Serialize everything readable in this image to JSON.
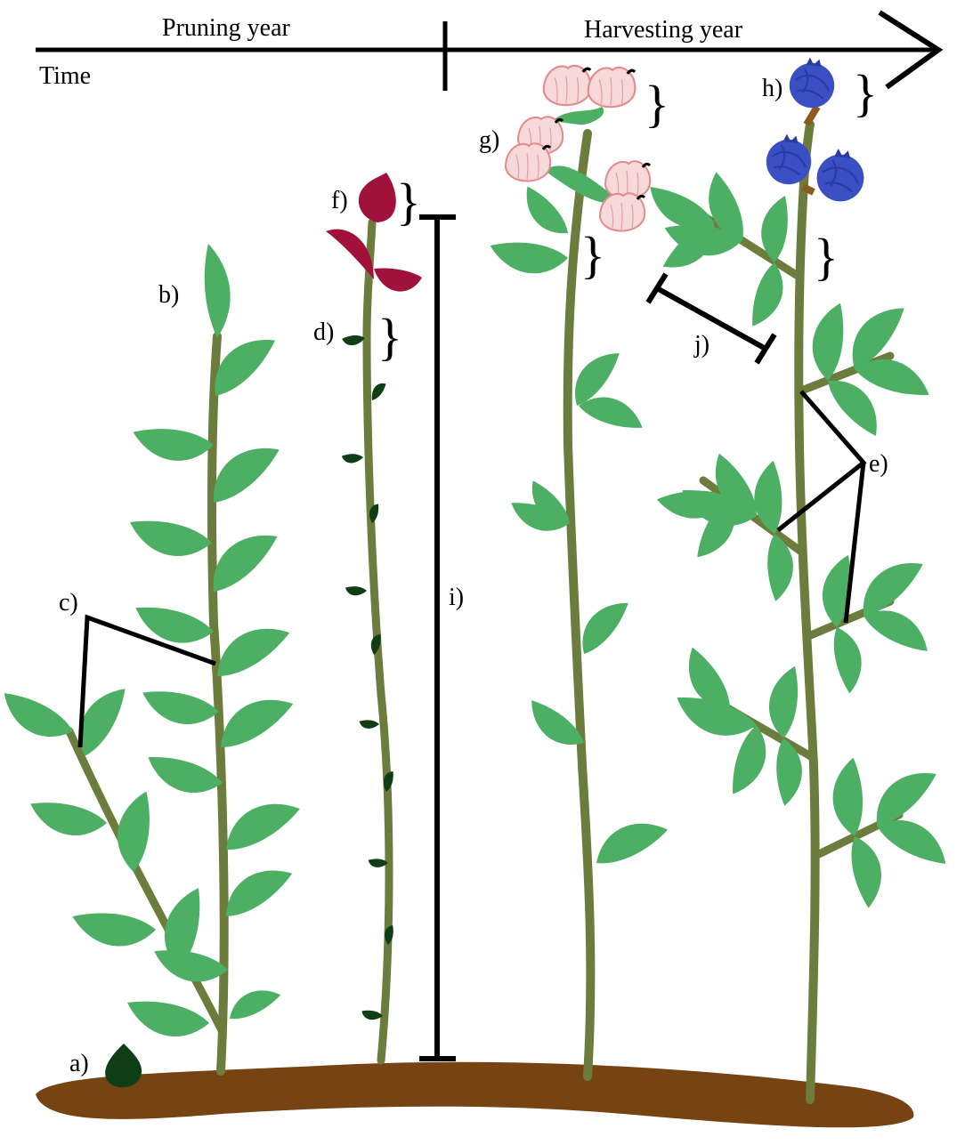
{
  "timeline": {
    "left_label": "Pruning year",
    "right_label": "Harvesting year",
    "axis_label": "Time"
  },
  "labels": {
    "a": "a)",
    "b": "b)",
    "c": "c)",
    "d": "d)",
    "e": "e)",
    "f": "f)",
    "g": "g)",
    "h": "h)",
    "i": "i)",
    "j": "j)"
  },
  "colors": {
    "leaf": "#4caf64",
    "stem": "#6b7c3c",
    "soil": "#764312",
    "bud": "#0f3d14",
    "red_leaf": "#a0123a",
    "flower_petal": "#f7d9d9",
    "flower_outline": "#e08080",
    "berry": "#3a4fc4",
    "line": "#000000"
  },
  "icons": {
    "flower": "pink-flower-icon",
    "berry": "blueberry-icon",
    "bud": "dormant-bud-icon"
  }
}
